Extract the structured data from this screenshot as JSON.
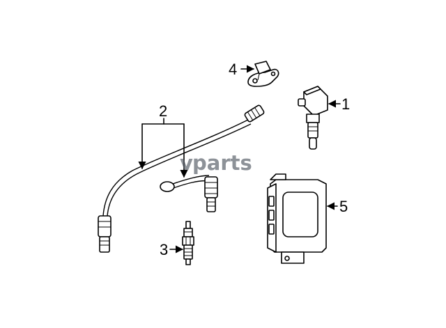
{
  "watermark": {
    "text": "parts",
    "logo_letter": "v"
  },
  "callouts": [
    {
      "number": "1"
    },
    {
      "number": "2"
    },
    {
      "number": "3"
    },
    {
      "number": "4"
    },
    {
      "number": "5"
    }
  ],
  "colors": {
    "line": "#000000",
    "background": "#ffffff",
    "watermark": "#555b66"
  }
}
